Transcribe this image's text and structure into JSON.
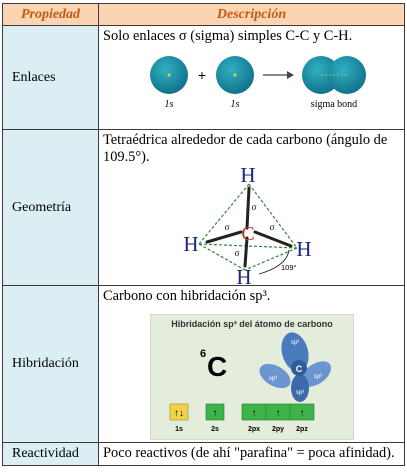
{
  "table": {
    "headers": [
      "Propiedad",
      "Descripción"
    ],
    "rows": [
      {
        "property": "Enlaces",
        "description": "Solo enlaces σ (sigma) simples C-C y C-H."
      },
      {
        "property": "Geometría",
        "description": "Tetraédrica alrededor de cada carbono (ángulo de 109.5°)."
      },
      {
        "property": "Hibridación",
        "description": "Carbono con hibridación sp³."
      },
      {
        "property": "Reactividad",
        "description": "Poco reactivos (de ahí \"parafina\" = poca afinidad)."
      }
    ]
  },
  "figures": {
    "sigma_bond": {
      "plus": "+",
      "label_1s_a": "1s",
      "label_1s_b": "1s",
      "label_sigma_bond": "sigma bond"
    },
    "tetrahedral": {
      "atom_center": "C",
      "atom_h": "H",
      "bond_label": "σ",
      "angle_label": "109°"
    },
    "hybridization": {
      "title": "Hibridación sp³ del átomo de carbono",
      "atomic_number": "6",
      "element": "C",
      "lobe_label": "sp³",
      "center_label": "C",
      "orbital_labels": [
        "1s",
        "2s",
        "2px",
        "2py",
        "2pz"
      ]
    }
  },
  "colors": {
    "header_bg": "#fbd4b4",
    "header_text": "#c55a11",
    "property_bg": "#daeef3",
    "sphere": "#1f8fa5",
    "tetra_dashes": "#2e8b3e",
    "hybrid_bg": "#e4ecdc",
    "hybrid_lobes": "#4a7bbf",
    "orbital_yellow": "#f2d24a",
    "orbital_green": "#3cb44a"
  }
}
